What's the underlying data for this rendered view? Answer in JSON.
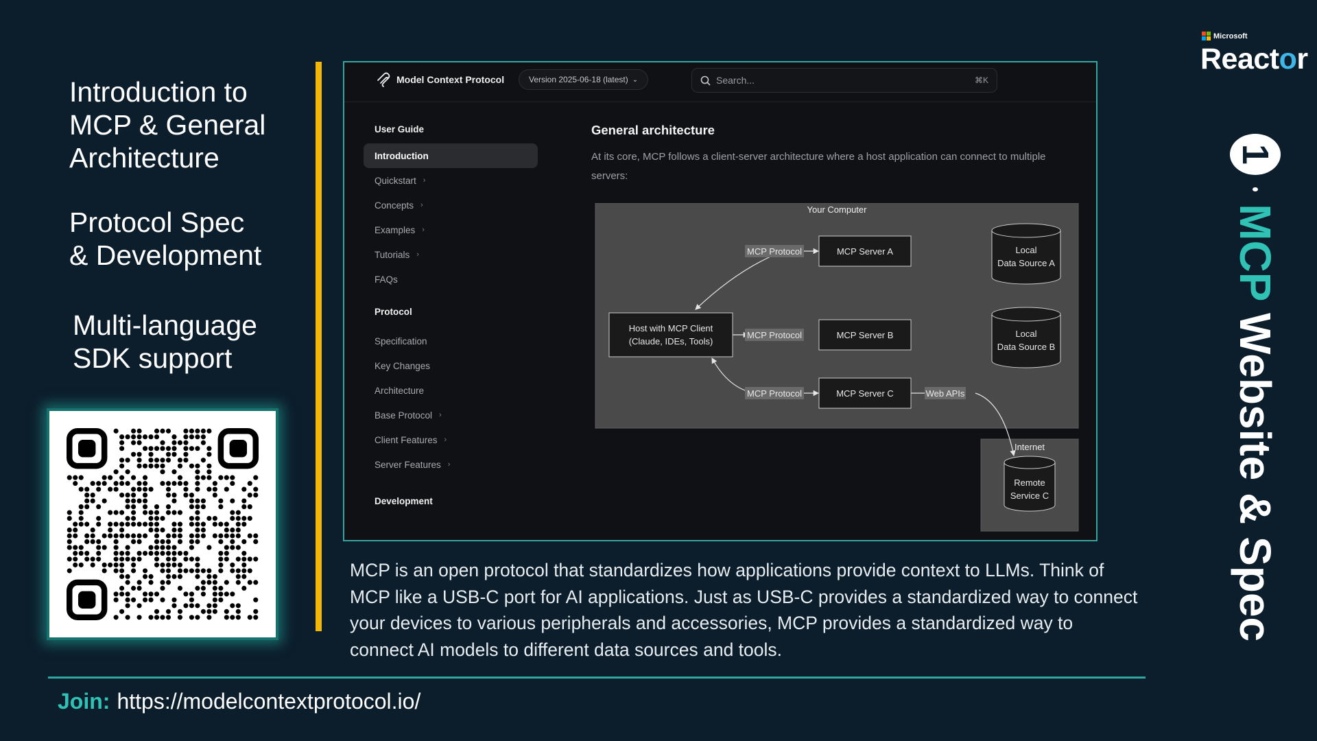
{
  "left": {
    "topic1": "Introduction to\nMCP & General\nArchitecture",
    "topic2": "Protocol Spec\n& Development",
    "topic3": "Multi-language\nSDK support"
  },
  "browser": {
    "brand": "Model Context Protocol",
    "version": "Version 2025-06-18 (latest)",
    "search_placeholder": "Search...",
    "search_shortcut": "⌘K",
    "sidebar": {
      "user_guide_title": "User Guide",
      "user_guide_items": [
        {
          "label": "Introduction",
          "chevron": false,
          "active": true
        },
        {
          "label": "Quickstart",
          "chevron": true
        },
        {
          "label": "Concepts",
          "chevron": true
        },
        {
          "label": "Examples",
          "chevron": true
        },
        {
          "label": "Tutorials",
          "chevron": true
        },
        {
          "label": "FAQs",
          "chevron": false
        }
      ],
      "protocol_title": "Protocol",
      "protocol_items": [
        {
          "label": "Specification",
          "chevron": false
        },
        {
          "label": "Key Changes",
          "chevron": false
        },
        {
          "label": "Architecture",
          "chevron": false
        },
        {
          "label": "Base Protocol",
          "chevron": true
        },
        {
          "label": "Client Features",
          "chevron": true
        },
        {
          "label": "Server Features",
          "chevron": true
        }
      ],
      "development_title": "Development"
    },
    "content": {
      "heading": "General architecture",
      "paragraph": "At its core, MCP follows a client-server architecture where a host application can connect to multiple servers:"
    },
    "diagram": {
      "your_computer": "Your Computer",
      "host_line1": "Host with MCP Client",
      "host_line2": "(Claude, IDEs, Tools)",
      "server_a": "MCP Server A",
      "server_b": "MCP Server B",
      "server_c": "MCP Server C",
      "protocol_label": "MCP Protocol",
      "web_apis": "Web APIs",
      "local_line1": "Local",
      "source_a": "Data Source A",
      "source_b": "Data Source B",
      "internet": "Internet",
      "remote_line1": "Remote",
      "remote_line2": "Service C"
    }
  },
  "description": "MCP is an open protocol that standardizes how applications provide context to LLMs. Think of MCP like a USB-C port for AI applications. Just as USB-C provides a standardized way to connect your devices to various peripherals and accessories, MCP provides a standardized way to connect AI models to different data sources and tools.",
  "join": {
    "label": "Join:",
    "url": "https://modelcontextprotocol.io/"
  },
  "branding": {
    "microsoft": "Microsoft",
    "reactor_prefix": "React",
    "reactor_o": "o",
    "reactor_suffix": "r",
    "colors": {
      "accent_teal": "#30c2b4",
      "accent_yellow": "#f2b807",
      "reactor_o": "#3fb6e8",
      "background": "#0c1d2b"
    }
  },
  "vertical": {
    "number": "1",
    "title_teal": "MCP",
    "title_white": "Website & Spec"
  }
}
